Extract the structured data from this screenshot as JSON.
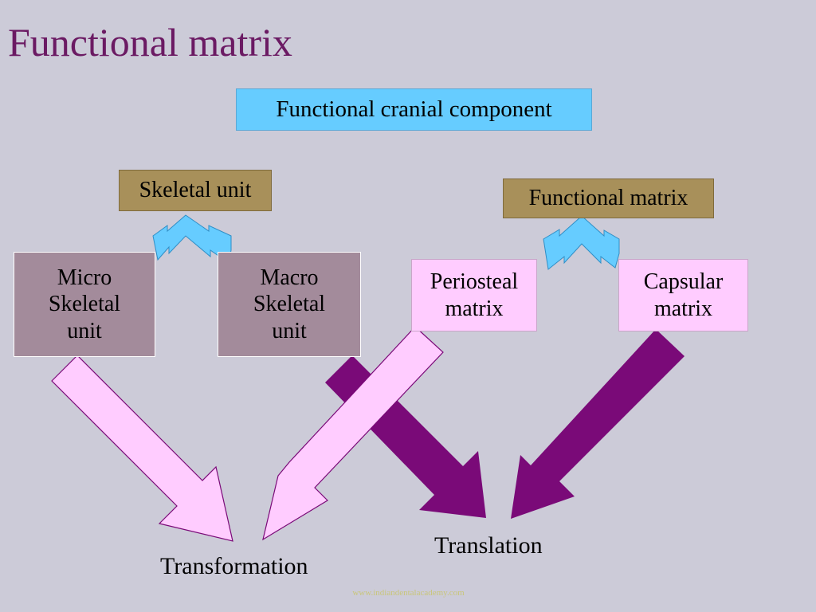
{
  "title": "Functional matrix",
  "boxes": {
    "cranial": "Functional cranial component",
    "skeletal_unit": "Skeletal unit",
    "functional_matrix": "Functional matrix",
    "micro": [
      "Micro",
      "Skeletal",
      "unit"
    ],
    "macro": [
      "Macro",
      "Skeletal",
      "unit"
    ],
    "periosteal": [
      "Periosteal",
      "matrix"
    ],
    "capsular": [
      "Capsular",
      "matrix"
    ]
  },
  "outcomes": {
    "transformation": "Transformation",
    "translation": "Translation"
  },
  "footer": "www.indiandentalacademy.com",
  "colors": {
    "background": "#cccbd8",
    "title": "#6b1a63",
    "cyan": "#66ccff",
    "tan": "#a8905a",
    "mauve": "#a38b9b",
    "light_pink": "#ffccff",
    "purple": "#7a0a78"
  }
}
